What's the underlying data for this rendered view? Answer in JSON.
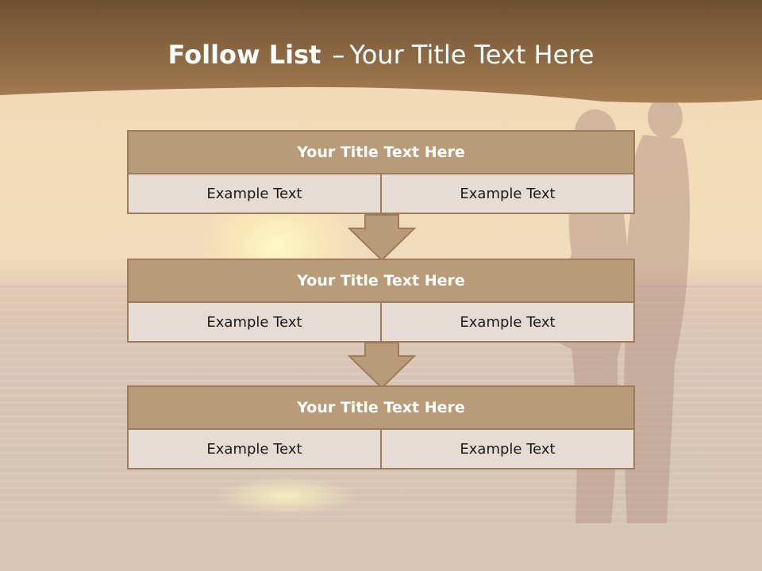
{
  "slide": {
    "title_bold": "Follow List",
    "title_separator": "–",
    "title_rest": "Your Title Text Here"
  },
  "blocks": [
    {
      "title": "Your Title Text Here",
      "left": "Example Text",
      "right": "Example Text"
    },
    {
      "title": "Your Title Text Here",
      "left": "Example Text",
      "right": "Example Text"
    },
    {
      "title": "Your Title Text Here",
      "left": "Example Text",
      "right": "Example Text"
    }
  ],
  "colors": {
    "header_band": "#8a6540",
    "block_header": "#b89c7a",
    "block_border": "#9e7c58",
    "cell_fill": "#e6dcd4",
    "arrow_fill": "#b89c7a"
  }
}
